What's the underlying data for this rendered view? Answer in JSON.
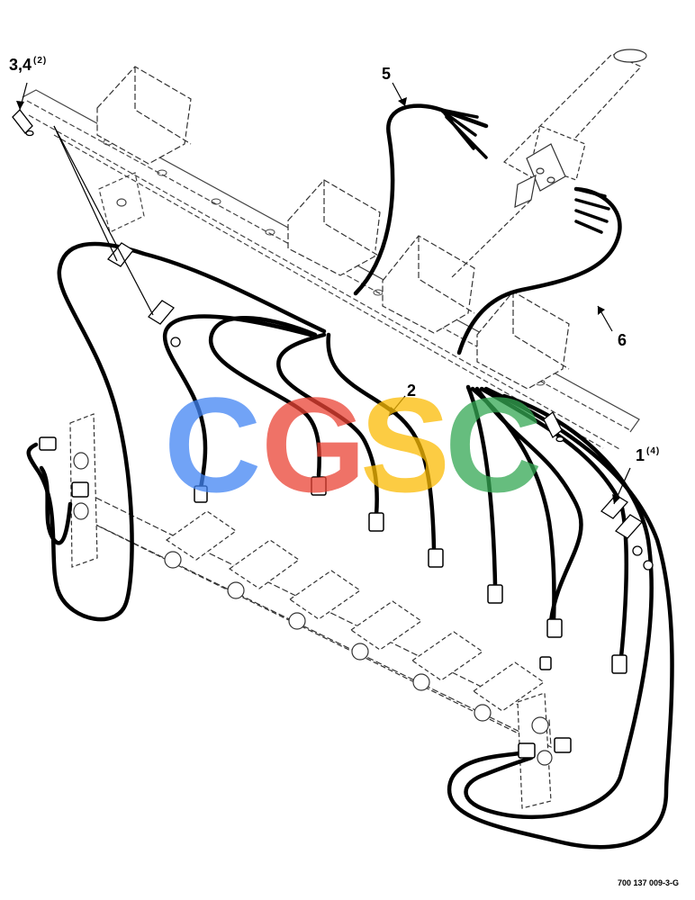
{
  "callouts": {
    "item_3_4": {
      "number": "3,4",
      "qty": "(2)"
    },
    "item_5": {
      "number": "5"
    },
    "item_2": {
      "number": "2"
    },
    "item_1": {
      "number": "1",
      "qty": "(4)"
    },
    "item_6": {
      "number": "6"
    }
  },
  "part_number": "700 137 009-3-G",
  "watermark": {
    "text": "CGSC",
    "letters": [
      "C",
      "G",
      "S",
      "C"
    ],
    "colors": [
      "#4285F4",
      "#EA4335",
      "#FBBC05",
      "#34A853"
    ]
  },
  "colors": {
    "ink": "#000000",
    "paper": "#ffffff",
    "frame_line": "#444444"
  }
}
